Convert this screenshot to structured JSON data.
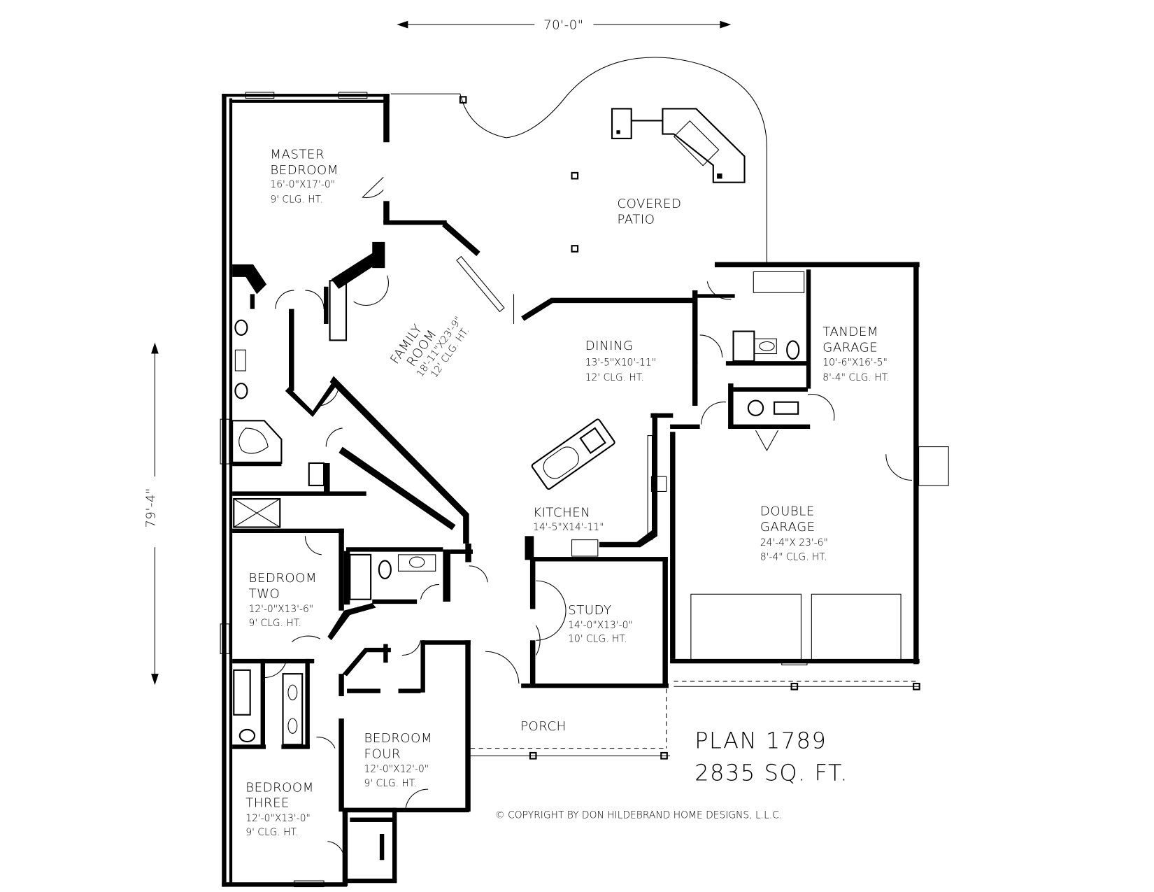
{
  "plan": {
    "title": "PLAN 1789",
    "area": "2835 SQ. FT.",
    "copyright": "© COPYRIGHT BY DON HILDEBRAND HOME DESIGNS, L.L.C.",
    "overall_width": "70'-0\"",
    "overall_depth": "79'-4\""
  },
  "rooms": {
    "master_bedroom": {
      "name1": "MASTER",
      "name2": "BEDROOM",
      "dims": "16'-0\"X17'-0\"",
      "ceiling": "9' CLG. HT."
    },
    "covered_patio": {
      "name1": "COVERED",
      "name2": "PATIO"
    },
    "family_room": {
      "name1": "FAMILY",
      "name2": "ROOM",
      "dims": "18'-11\"X23'-9\"",
      "ceiling": "12' CLG. HT."
    },
    "dining": {
      "name1": "DINING",
      "dims": "13'-5\"X10'-11\"",
      "ceiling": "12' CLG. HT."
    },
    "tandem_garage": {
      "name1": "TANDEM",
      "name2": "GARAGE",
      "dims": "10'-6\"X16'-5\"",
      "ceiling": "8'-4\" CLG. HT."
    },
    "kitchen": {
      "name1": "KITCHEN",
      "dims": "14'-5\"X14'-11\""
    },
    "double_garage": {
      "name1": "DOUBLE",
      "name2": "GARAGE",
      "dims": "24'-4\"X 23'-6\"",
      "ceiling": "8'-4\" CLG. HT."
    },
    "bedroom_two": {
      "name1": "BEDROOM",
      "name2": "TWO",
      "dims": "12'-0\"X13'-6\"",
      "ceiling": "9' CLG. HT."
    },
    "study": {
      "name1": "STUDY",
      "dims": "14'-0\"X13'-0\"",
      "ceiling": "10' CLG. HT."
    },
    "porch": {
      "name1": "PORCH"
    },
    "bedroom_three": {
      "name1": "BEDROOM",
      "name2": "THREE",
      "dims": "12'-0\"X13'-0\"",
      "ceiling": "9' CLG. HT."
    },
    "bedroom_four": {
      "name1": "BEDROOM",
      "name2": "FOUR",
      "dims": "12'-0\"X12'-0\"",
      "ceiling": "9' CLG. HT."
    }
  }
}
